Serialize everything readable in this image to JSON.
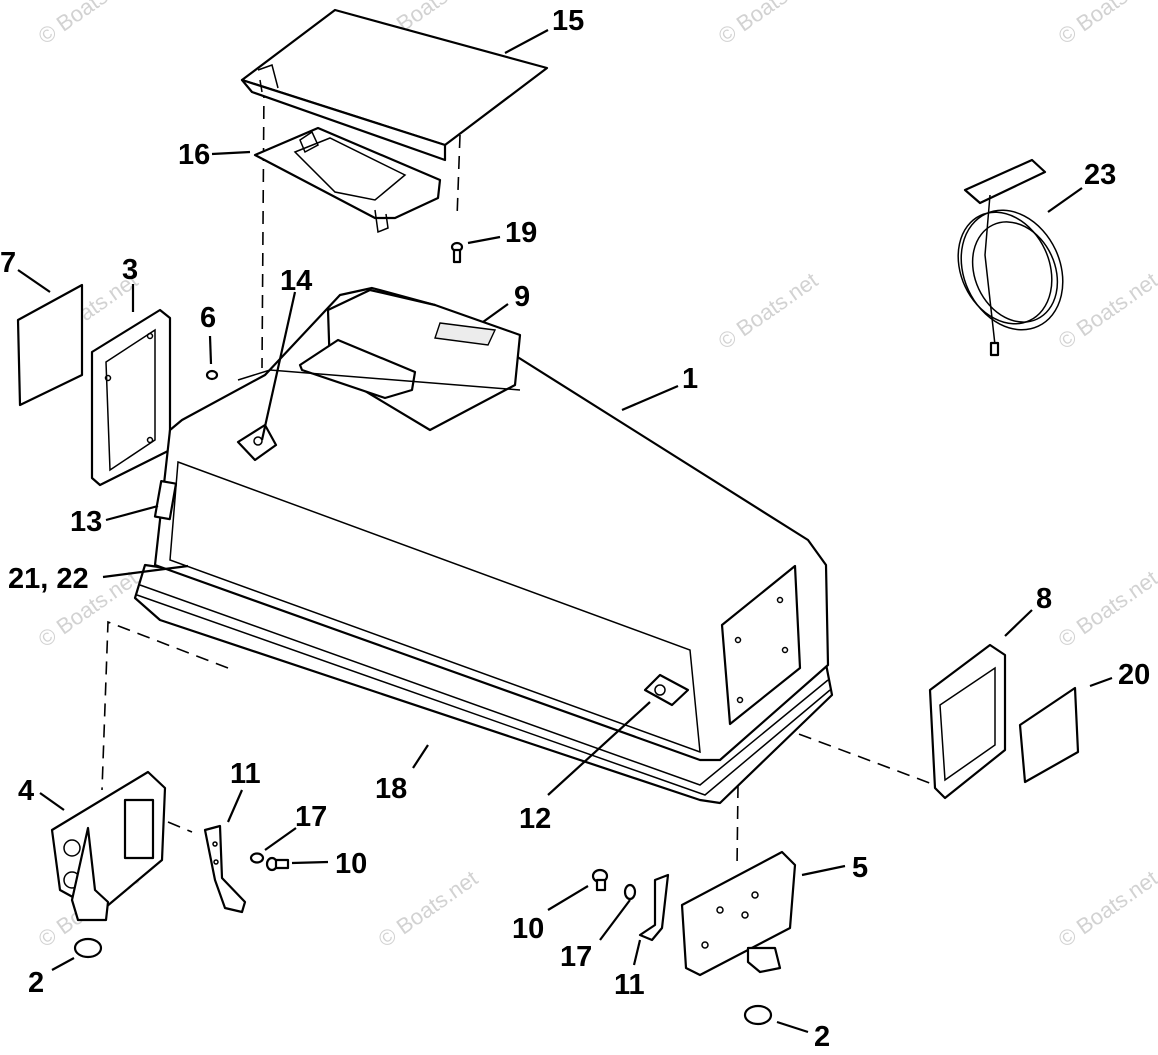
{
  "watermark": "© Boats.net",
  "callouts": {
    "c1": "1",
    "c2a": "2",
    "c2b": "2",
    "c3": "3",
    "c4": "4",
    "c5": "5",
    "c6": "6",
    "c7": "7",
    "c8": "8",
    "c9": "9",
    "c10a": "10",
    "c10b": "10",
    "c11a": "11",
    "c11b": "11",
    "c12": "12",
    "c13": "13",
    "c14": "14",
    "c15": "15",
    "c16": "16",
    "c17a": "17",
    "c17b": "17",
    "c18": "18",
    "c19": "19",
    "c20": "20",
    "c2122": "21, 22",
    "c23": "23"
  }
}
